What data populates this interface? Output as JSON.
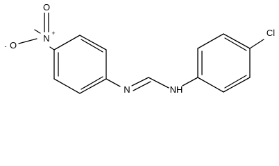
{
  "molecule": {
    "atoms": {
      "nitro_o_minus": "O",
      "nitro_o_minus_charge": "-",
      "nitro_n": "N",
      "nitro_n_charge": "+",
      "nitro_o": "O",
      "imine_n": "N",
      "amine_nh": "NH",
      "chlorine": "Cl"
    }
  }
}
